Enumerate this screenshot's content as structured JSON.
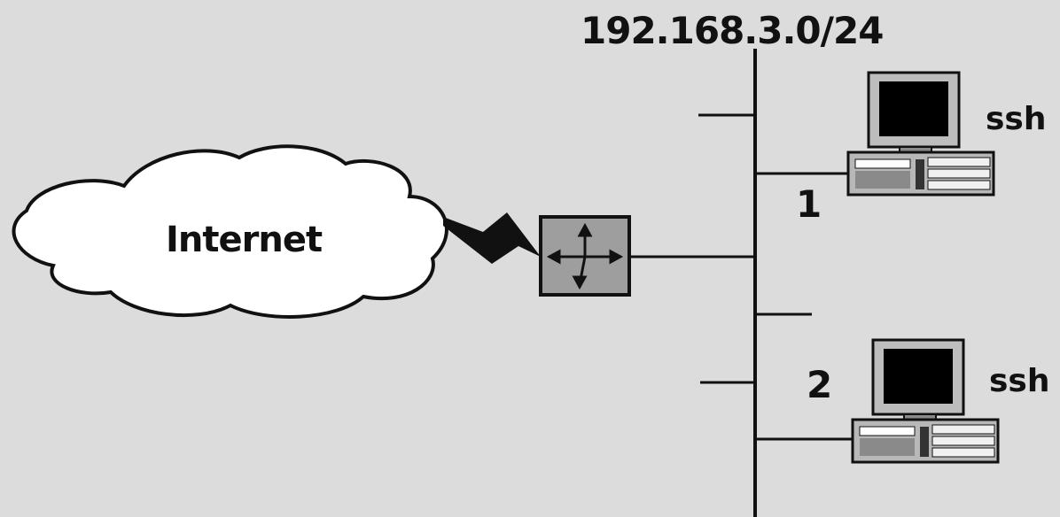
{
  "network": {
    "subnet_label": "192.168.3.0/24"
  },
  "cloud": {
    "label": "Internet"
  },
  "hosts": [
    {
      "number": "1",
      "service": "ssh"
    },
    {
      "number": "2",
      "service": "ssh"
    }
  ],
  "icons": {
    "cloud": "cloud-icon",
    "router": "router-icon",
    "computer": "computer-icon",
    "link": "lightning-link-icon"
  },
  "colors": {
    "background": "#dcdcdc",
    "router_fill": "#9e9e9e",
    "line": "#111111"
  }
}
